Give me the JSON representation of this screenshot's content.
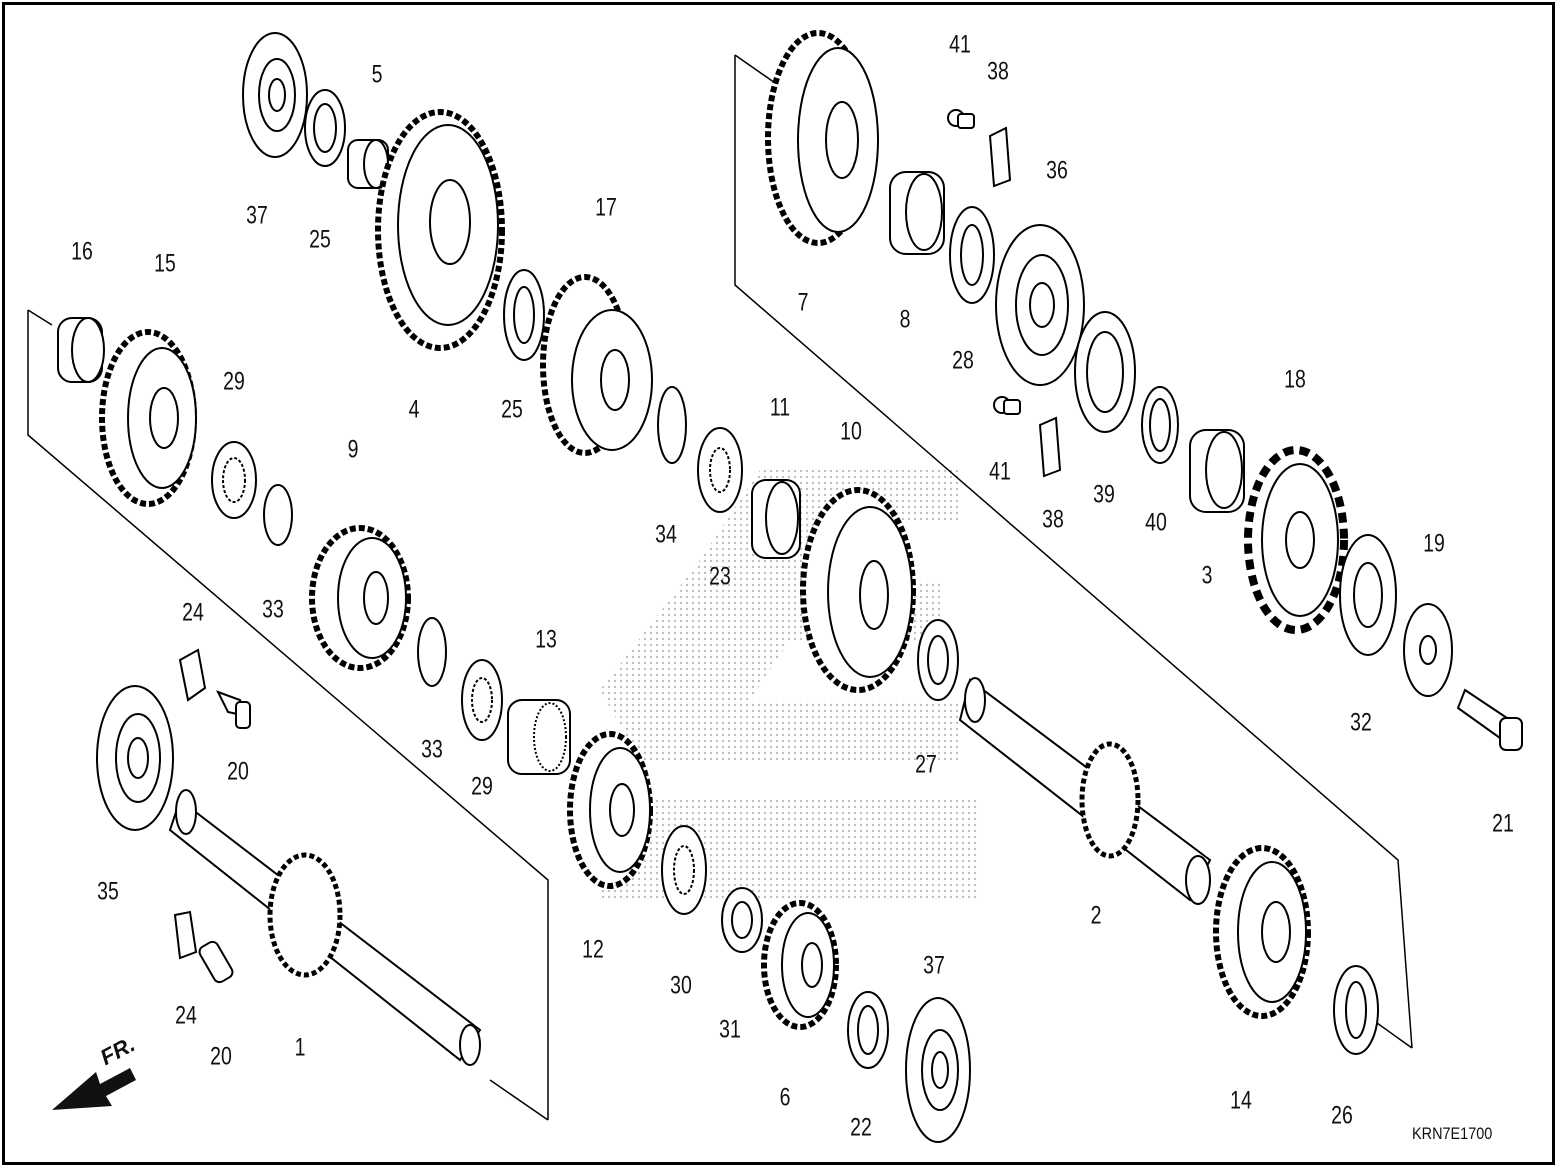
{
  "diagram": {
    "drawing_code": "KRN7E1700",
    "direction_label": "FR.",
    "callouts": [
      {
        "text": "37"
      },
      {
        "text": "25"
      },
      {
        "text": "5"
      },
      {
        "text": "4"
      },
      {
        "text": "25"
      },
      {
        "text": "17"
      },
      {
        "text": "16"
      },
      {
        "text": "15"
      },
      {
        "text": "29"
      },
      {
        "text": "9"
      },
      {
        "text": "33"
      },
      {
        "text": "34"
      },
      {
        "text": "23"
      },
      {
        "text": "11"
      },
      {
        "text": "10"
      },
      {
        "text": "33"
      },
      {
        "text": "29"
      },
      {
        "text": "13"
      },
      {
        "text": "24"
      },
      {
        "text": "20"
      },
      {
        "text": "35"
      },
      {
        "text": "24"
      },
      {
        "text": "20"
      },
      {
        "text": "1"
      },
      {
        "text": "12"
      },
      {
        "text": "30"
      },
      {
        "text": "31"
      },
      {
        "text": "6"
      },
      {
        "text": "22"
      },
      {
        "text": "37"
      },
      {
        "text": "27"
      },
      {
        "text": "2"
      },
      {
        "text": "14"
      },
      {
        "text": "26"
      },
      {
        "text": "7"
      },
      {
        "text": "41"
      },
      {
        "text": "38"
      },
      {
        "text": "8"
      },
      {
        "text": "28"
      },
      {
        "text": "36"
      },
      {
        "text": "41"
      },
      {
        "text": "38"
      },
      {
        "text": "39"
      },
      {
        "text": "40"
      },
      {
        "text": "3"
      },
      {
        "text": "18"
      },
      {
        "text": "32"
      },
      {
        "text": "19"
      },
      {
        "text": "21"
      }
    ]
  }
}
